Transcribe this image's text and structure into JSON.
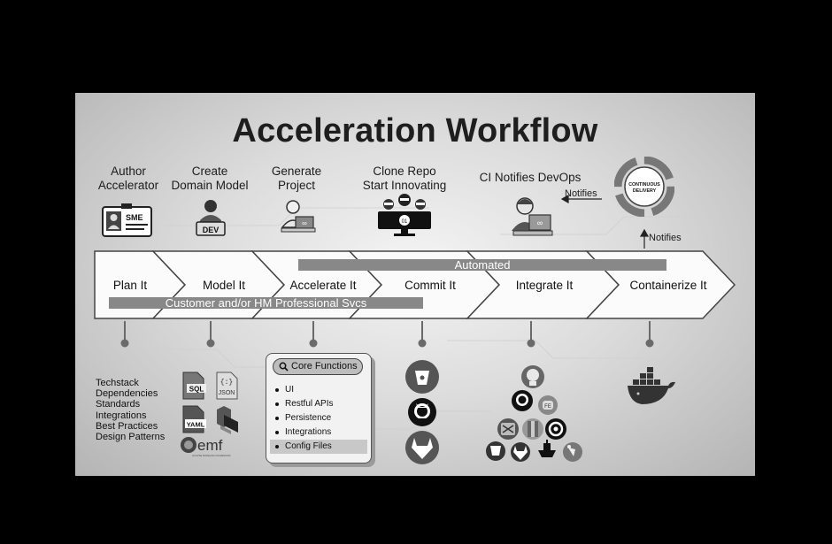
{
  "title": "Acceleration Workflow",
  "steps": [
    {
      "label": "Author\nAccelerator",
      "icon": "sme-badge-icon"
    },
    {
      "label": "Create\nDomain Model",
      "icon": "dev-person-icon"
    },
    {
      "label": "Generate\nProject",
      "icon": "developer-laptop-icon"
    },
    {
      "label": "Clone Repo\nStart Innovating",
      "icon": "team-github-icon"
    },
    {
      "label": "CI Notifies DevOps",
      "icon": "devops-engineer-icon"
    }
  ],
  "continuous_delivery": {
    "label": "CONTINUOUS\nDELIVERY",
    "notifies_left": "Notifies",
    "notifies_up": "Notifies"
  },
  "chevrons": [
    "Plan It",
    "Model It",
    "Accelerate It",
    "Commit It",
    "Integrate It",
    "Containerize It"
  ],
  "bars": {
    "automated": "Automated",
    "professional": "Customer and/or HM Professional Svcs"
  },
  "techstack": [
    "Techstack",
    "Dependencies",
    "Standards",
    "Integrations",
    "Best Practices",
    "Design Patterns"
  ],
  "model_formats": {
    "sql": "SQL",
    "json": "JSON",
    "yaml": "YAML",
    "json_braces": "{:}",
    "emf": "emf",
    "emf_sub": "ECLIPSE MODELING FRAMEWORK"
  },
  "core_functions": {
    "title": "Core Functions",
    "items": [
      "UI",
      "Restful APIs",
      "Persistence",
      "Integrations",
      "Config Files"
    ]
  },
  "repo_icons": [
    "bitbucket-icon",
    "github-icon",
    "gitlab-icon"
  ],
  "ci_icons": [
    "jenkins-icon",
    "github-actions-icon",
    "jenkins-x-icon",
    "mixer-icon",
    "aws-codepipeline-icon",
    "circleci-icon",
    "bitbucket-pipelines-icon",
    "gitlab-ci-icon",
    "ship-icon",
    "spinnaker-icon"
  ],
  "badges": {
    "sme": "SME",
    "dev": "DEV",
    "fe": "FE",
    "team": "01"
  },
  "container_icon": "docker-icon"
}
